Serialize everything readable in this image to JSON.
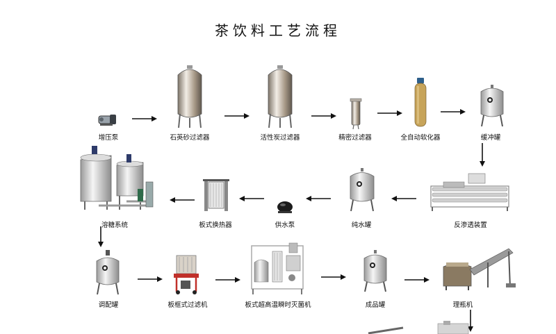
{
  "title": "茶饮料工艺流程",
  "steps": [
    "增压泵",
    "石英砂过滤器",
    "活性炭过滤器",
    "精密过滤器",
    "全自动软化器",
    "缓冲罐",
    "反渗透装置",
    "纯水罐",
    "供水泵",
    "板式换热器",
    "溶糖系统",
    "调配罐",
    "板框式过滤机",
    "板式超高温瞬时灭菌机",
    "成品罐",
    "理瓶机"
  ]
}
